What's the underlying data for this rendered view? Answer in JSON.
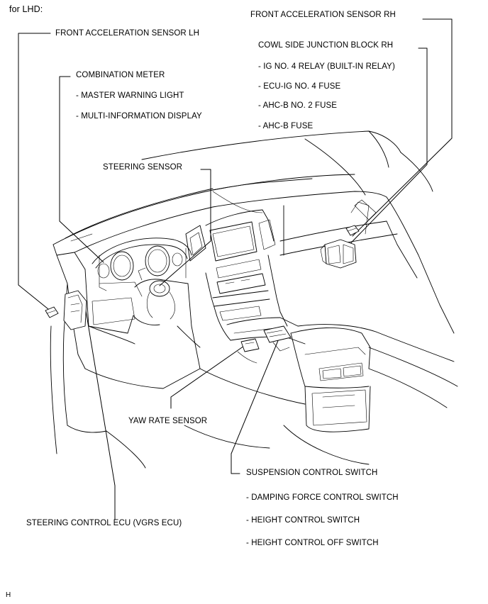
{
  "header": "for LHD:",
  "footer_code": "H",
  "labels": {
    "front_accel_rh": "FRONT ACCELERATION SENSOR RH",
    "front_accel_lh": "FRONT ACCELERATION SENSOR LH",
    "cowl_side_jb": {
      "title": "COWL SIDE JUNCTION BLOCK RH",
      "items": [
        "- IG NO. 4 RELAY (BUILT-IN RELAY)",
        "- ECU-IG NO. 4 FUSE",
        "- AHC-B NO. 2 FUSE",
        "- AHC-B FUSE"
      ]
    },
    "combination_meter": {
      "title": "COMBINATION METER",
      "items": [
        "- MASTER WARNING LIGHT",
        "- MULTI-INFORMATION DISPLAY"
      ]
    },
    "steering_sensor": "STEERING SENSOR",
    "yaw_rate_sensor": "YAW RATE SENSOR",
    "suspension_switch": {
      "title": "SUSPENSION CONTROL SWITCH",
      "items": [
        "- DAMPING FORCE CONTROL SWITCH",
        "- HEIGHT CONTROL SWITCH",
        "- HEIGHT CONTROL OFF SWITCH"
      ]
    },
    "steering_ecu": "STEERING CONTROL ECU (VGRS ECU)"
  }
}
